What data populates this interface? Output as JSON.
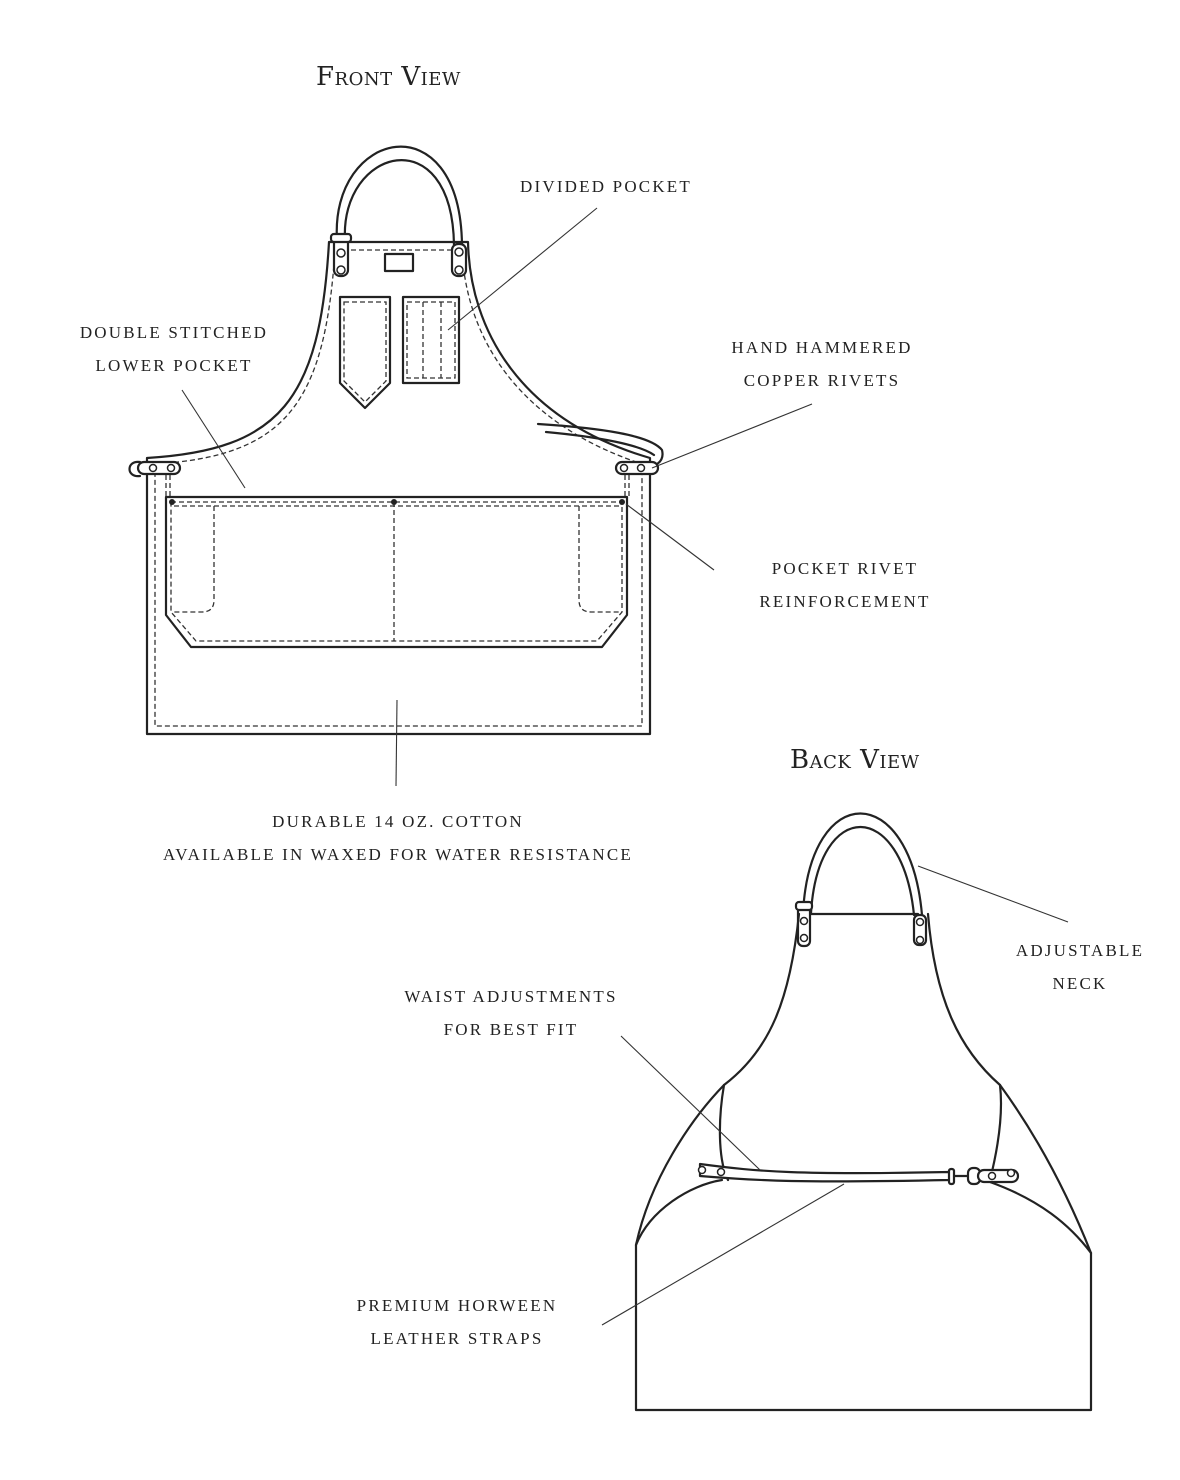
{
  "titles": {
    "front": "Front View",
    "back": "Back View"
  },
  "labels": {
    "divided_pocket": "divided pocket",
    "double_stitched": [
      "double stitched",
      "lower pocket"
    ],
    "copper_rivets": [
      "hand hammered",
      "copper rivets"
    ],
    "pocket_rivet": [
      "pocket rivet",
      "reinforcement"
    ],
    "cotton": [
      "durable 14 oz. cotton",
      "available in waxed for water resistance"
    ],
    "adjustable_neck": [
      "adjustable",
      "neck"
    ],
    "waist_adjustments": [
      "waist adjustments",
      "for best fit"
    ],
    "leather_straps": [
      "premium horween",
      "leather straps"
    ]
  },
  "colors": {
    "line": "#222222",
    "background": "#ffffff"
  }
}
